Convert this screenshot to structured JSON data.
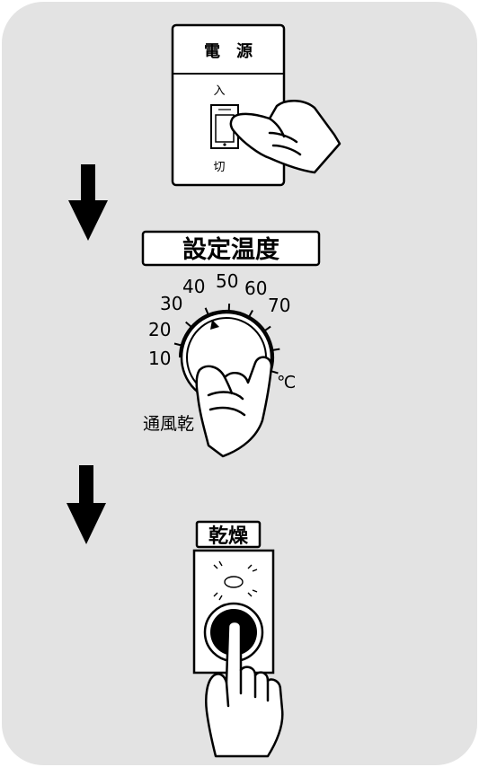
{
  "power_switch": {
    "title": "電　源",
    "on_label": "入",
    "off_label": "切"
  },
  "temperature": {
    "label": "設定温度",
    "scale": [
      "10",
      "20",
      "30",
      "40",
      "50",
      "60",
      "70"
    ],
    "unit": "℃",
    "partial_label": "通風乾"
  },
  "drying": {
    "label": "乾燥"
  },
  "colors": {
    "background": "#e3e3e3",
    "panel": "#ffffff",
    "stroke": "#000000"
  },
  "icons": [
    "down-arrow-icon",
    "hand-pointing-icon",
    "hand-turning-icon",
    "hand-pressing-icon",
    "lamp-icon"
  ]
}
